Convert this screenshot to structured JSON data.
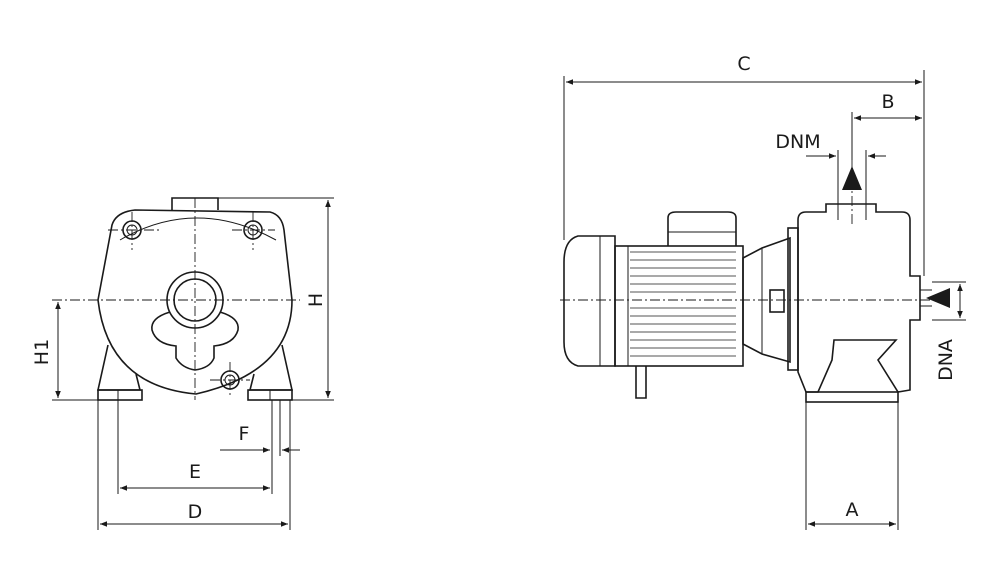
{
  "labels": {
    "H": "H",
    "H1": "H1",
    "D": "D",
    "E": "E",
    "F": "F",
    "A": "A",
    "B": "B",
    "C": "C",
    "DNM": "DNM",
    "DNA": "DNA"
  }
}
